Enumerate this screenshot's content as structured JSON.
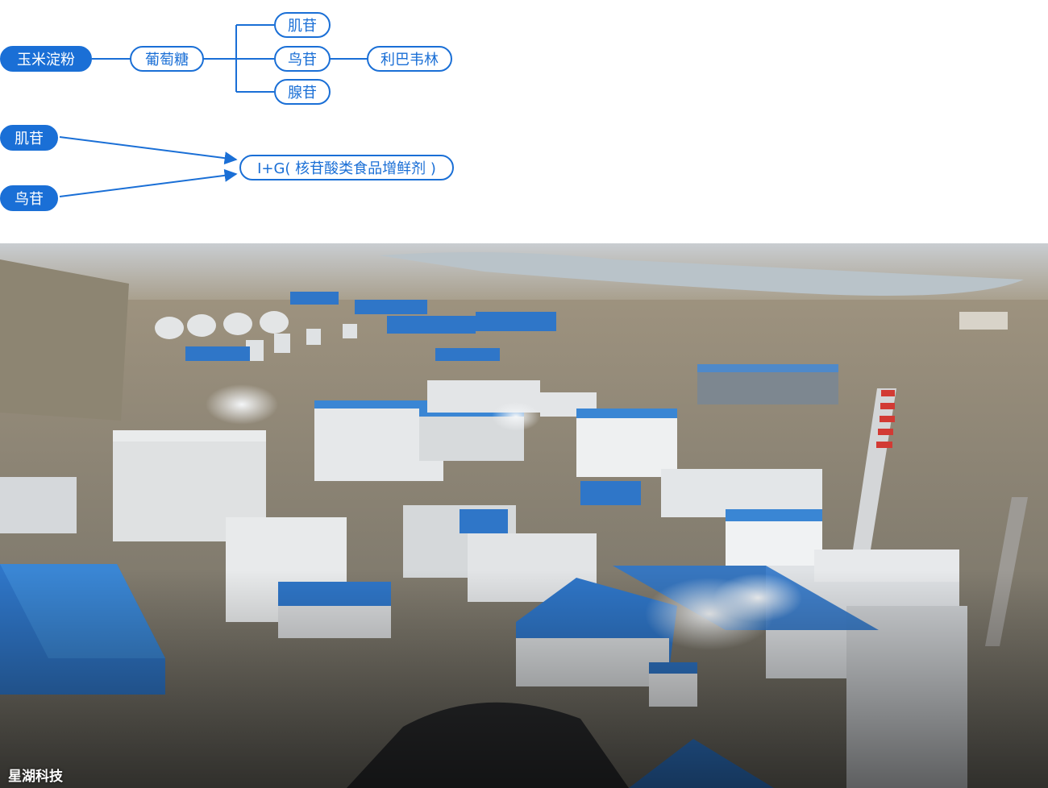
{
  "diagram": {
    "row1": {
      "corn_starch": "玉米淀粉",
      "glucose": "葡萄糖",
      "inosine": "肌苷",
      "guanosine": "鸟苷",
      "adenosine": "腺苷",
      "ribavirin": "利巴韦林"
    },
    "row2": {
      "inosine": "肌苷",
      "guanosine": "鸟苷",
      "ig": "I+G( 核苷酸类食品增鲜剂 )"
    }
  },
  "photo": {
    "caption": "星湖科技"
  },
  "colors": {
    "accent": "#1a6fd6",
    "roof_blue": "#2f76c8"
  }
}
